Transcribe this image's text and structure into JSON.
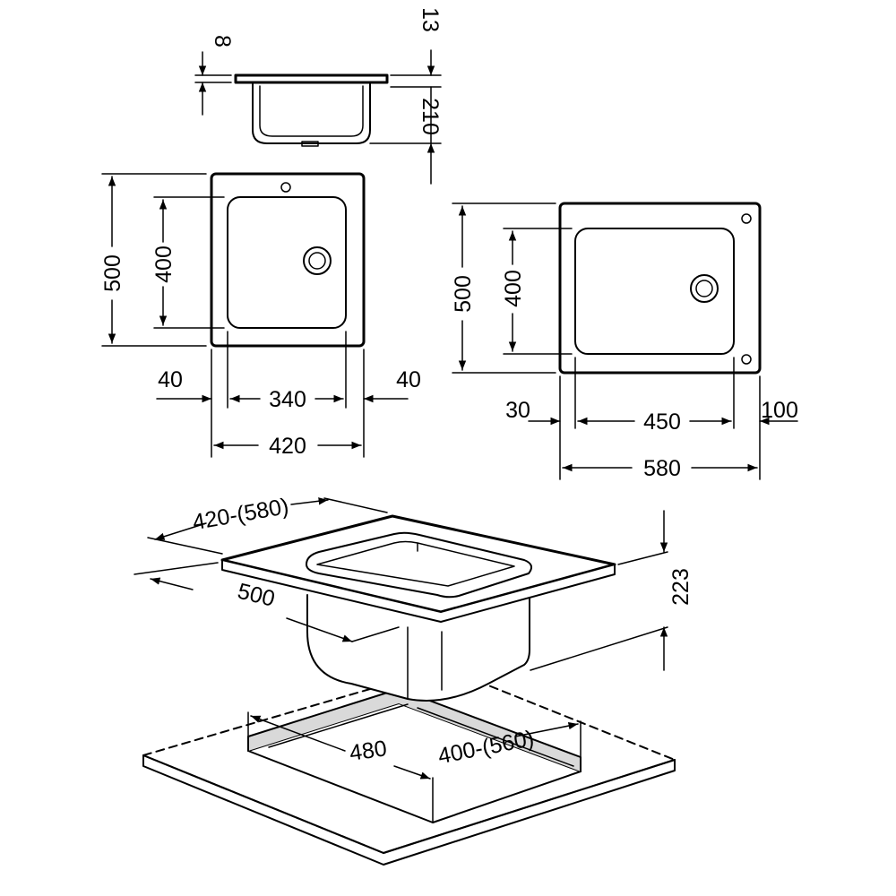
{
  "labels": {
    "side_top_8": "8",
    "side_top_13": "13",
    "side_depth_210": "210",
    "left_height_500": "500",
    "left_bowl_400": "400",
    "left_margin_left_40": "40",
    "left_bowl_width_340": "340",
    "left_margin_right_40": "40",
    "left_width_420": "420",
    "right_height_500": "500",
    "right_bowl_400": "400",
    "right_margin_left_30": "30",
    "right_bowl_width_450": "450",
    "right_margin_right_100": "100",
    "right_width_580": "580",
    "iso_width": "420-(580)",
    "iso_depth": "500",
    "iso_height": "223",
    "cutout_depth": "480",
    "cutout_width": "400-(560)"
  }
}
